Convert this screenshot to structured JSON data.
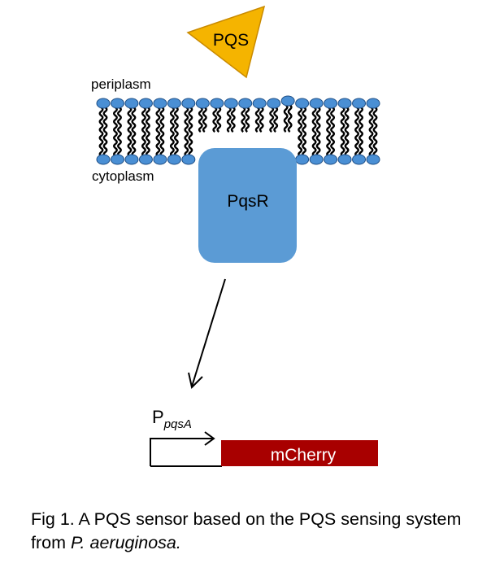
{
  "labels": {
    "pqs": "PQS",
    "periplasm": "periplasm",
    "cytoplasm": "cytoplasm",
    "pqsr": "PqsR",
    "promoter_main": "P",
    "promoter_sub": "pqsA",
    "reporter": "mCherry"
  },
  "caption": {
    "text": "Fig 1. A PQS sensor based on the PQS sensing system from ",
    "species": "P. aeruginosa."
  },
  "colors": {
    "pqs_fill": "#F5B400",
    "pqs_stroke": "#C98A00",
    "lipid_head": "#4A8FD4",
    "lipid_head_stroke": "#1F4F86",
    "pqsr_fill": "#5B9BD5",
    "mcherry_fill": "#A80000"
  }
}
